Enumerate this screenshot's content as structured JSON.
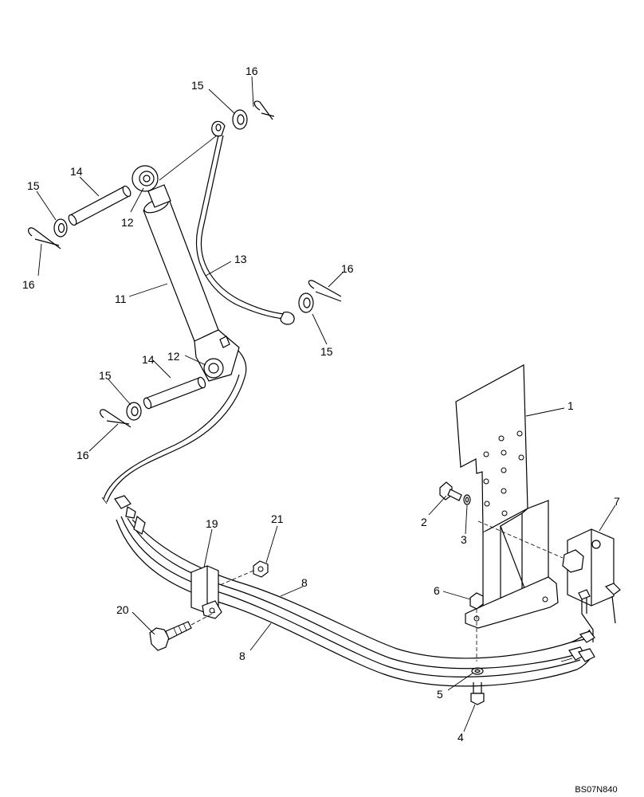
{
  "drawing_code": "BS07N840",
  "callouts": {
    "c16a": "16",
    "c15a": "15",
    "c14a": "14",
    "c15b": "15",
    "c16b": "16",
    "c12a": "12",
    "c13": "13",
    "c11": "11",
    "c16c": "16",
    "c15c": "15",
    "c14b": "14",
    "c12b": "12",
    "c15d": "15",
    "c16d": "16",
    "c1": "1",
    "c2": "2",
    "c3": "3",
    "c7": "7",
    "c19": "19",
    "c21": "21",
    "c8a": "8",
    "c8b": "8",
    "c6": "6",
    "c20": "20",
    "c5": "5",
    "c4": "4"
  }
}
